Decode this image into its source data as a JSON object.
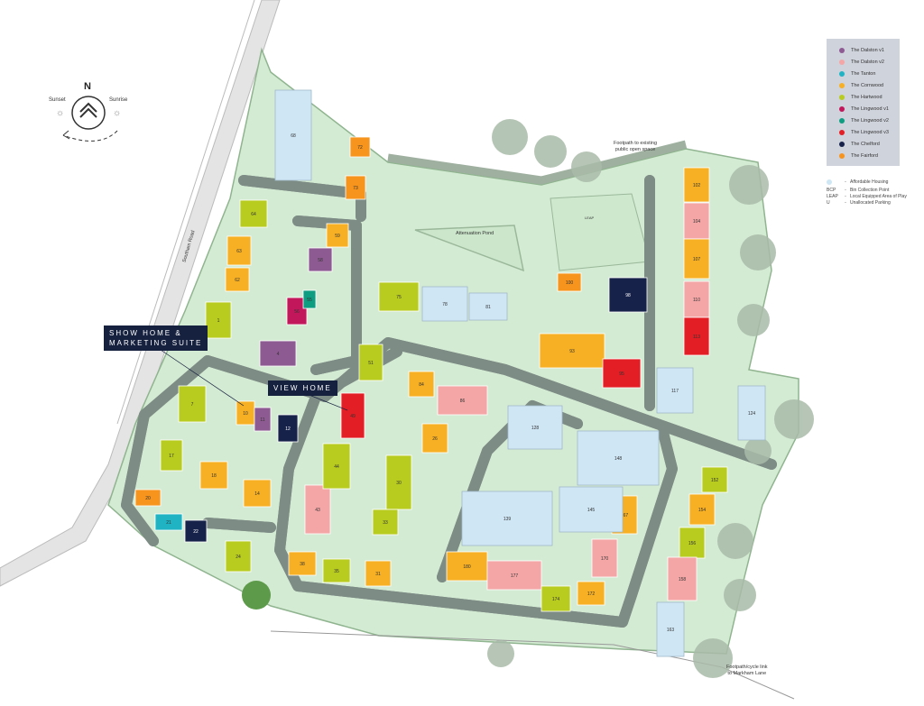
{
  "compass": {
    "north": "N",
    "sunset": "Sunset",
    "sunrise": "Sunrise"
  },
  "legend": [
    {
      "label": "The Dalston v1",
      "color": "#8e5a92",
      "key": "dalston1"
    },
    {
      "label": "The Dalston v2",
      "color": "#f4a6a6",
      "key": "dalston2"
    },
    {
      "label": "The Tanton",
      "color": "#1fb3c4",
      "key": "tanton"
    },
    {
      "label": "The Cornwood",
      "color": "#f7b023",
      "key": "cornwood"
    },
    {
      "label": "The Hartwood",
      "color": "#b8cc20",
      "key": "hartwood"
    },
    {
      "label": "The Lingwood v1",
      "color": "#c2185b",
      "key": "lingwood1"
    },
    {
      "label": "The Lingwood v2",
      "color": "#0f9d82",
      "key": "lingwood2"
    },
    {
      "label": "The Lingwood v3",
      "color": "#e31e24",
      "key": "lingwood3"
    },
    {
      "label": "The Chelford",
      "color": "#17224a",
      "key": "chelford"
    },
    {
      "label": "The Fairford",
      "color": "#f7941d",
      "key": "fairford"
    }
  ],
  "notes": [
    {
      "key": "",
      "desc": "Affordable Housing",
      "color": "#cfe6f5"
    },
    {
      "key": "BCP",
      "desc": "Bin Collection Point"
    },
    {
      "key": "LEAP",
      "desc": "Local Equipped Area of Play"
    },
    {
      "key": "U",
      "desc": "Unallocated Parking"
    }
  ],
  "callouts": {
    "show_home": "SHOW HOME &\nMARKETING SUITE",
    "view_home": "VIEW HOME"
  },
  "labels": {
    "road": "Southam Road",
    "pond": "Attenuation Pond",
    "leap": "LEAP",
    "footpath_north": "Footpath to existing\npublic open space",
    "footpath_south": "Footpath/cycle link\nto Markham Lane"
  },
  "plots": [
    {
      "n": "72",
      "t": "fairford"
    },
    {
      "n": "73",
      "t": "fairford"
    },
    {
      "n": "59",
      "t": "cornwood"
    },
    {
      "n": "58",
      "t": "dalston1"
    },
    {
      "n": "56",
      "t": "lingwood1"
    },
    {
      "n": "55",
      "t": "lingwood2"
    },
    {
      "n": "64",
      "t": "hartwood"
    },
    {
      "n": "63",
      "t": "cornwood"
    },
    {
      "n": "62",
      "t": "cornwood"
    },
    {
      "n": "1",
      "t": "hartwood"
    },
    {
      "n": "4",
      "t": "dalston1"
    },
    {
      "n": "7",
      "t": "hartwood"
    },
    {
      "n": "10",
      "t": "cornwood"
    },
    {
      "n": "11",
      "t": "dalston1"
    },
    {
      "n": "12",
      "t": "chelford"
    },
    {
      "n": "49",
      "t": "lingwood3"
    },
    {
      "n": "51",
      "t": "hartwood"
    },
    {
      "n": "84",
      "t": "cornwood"
    },
    {
      "n": "86",
      "t": "dalston2"
    },
    {
      "n": "26",
      "t": "cornwood"
    },
    {
      "n": "17",
      "t": "hartwood"
    },
    {
      "n": "18",
      "t": "cornwood"
    },
    {
      "n": "14",
      "t": "cornwood"
    },
    {
      "n": "20",
      "t": "fairford"
    },
    {
      "n": "21",
      "t": "tanton"
    },
    {
      "n": "22",
      "t": "chelford"
    },
    {
      "n": "24",
      "t": "hartwood"
    },
    {
      "n": "43",
      "t": "dalston2"
    },
    {
      "n": "44",
      "t": "hartwood"
    },
    {
      "n": "30",
      "t": "hartwood"
    },
    {
      "n": "33",
      "t": "hartwood"
    },
    {
      "n": "38",
      "t": "cornwood"
    },
    {
      "n": "35",
      "t": "hartwood"
    },
    {
      "n": "31",
      "t": "cornwood"
    },
    {
      "n": "180",
      "t": "cornwood"
    },
    {
      "n": "177",
      "t": "dalston2"
    },
    {
      "n": "174",
      "t": "hartwood"
    },
    {
      "n": "172",
      "t": "cornwood"
    },
    {
      "n": "167",
      "t": "cornwood"
    },
    {
      "n": "170",
      "t": "dalston2"
    },
    {
      "n": "152",
      "t": "hartwood"
    },
    {
      "n": "154",
      "t": "cornwood"
    },
    {
      "n": "156",
      "t": "hartwood"
    },
    {
      "n": "158",
      "t": "dalston2"
    },
    {
      "n": "102",
      "t": "cornwood"
    },
    {
      "n": "104",
      "t": "dalston2"
    },
    {
      "n": "107",
      "t": "cornwood"
    },
    {
      "n": "110",
      "t": "dalston2"
    },
    {
      "n": "113",
      "t": "lingwood3"
    },
    {
      "n": "98",
      "t": "chelford"
    },
    {
      "n": "100",
      "t": "fairford"
    },
    {
      "n": "93",
      "t": "cornwood"
    },
    {
      "n": "95",
      "t": "lingwood3"
    },
    {
      "n": "75",
      "t": "hartwood"
    },
    {
      "n": "68",
      "t": "affordable"
    },
    {
      "n": "78",
      "t": "affordable"
    },
    {
      "n": "81",
      "t": "affordable"
    },
    {
      "n": "148",
      "t": "affordable"
    },
    {
      "n": "139",
      "t": "affordable"
    },
    {
      "n": "163",
      "t": "affordable"
    },
    {
      "n": "117",
      "t": "affordable"
    },
    {
      "n": "124",
      "t": "affordable"
    },
    {
      "n": "128",
      "t": "affordable"
    },
    {
      "n": "145",
      "t": "affordable"
    }
  ]
}
